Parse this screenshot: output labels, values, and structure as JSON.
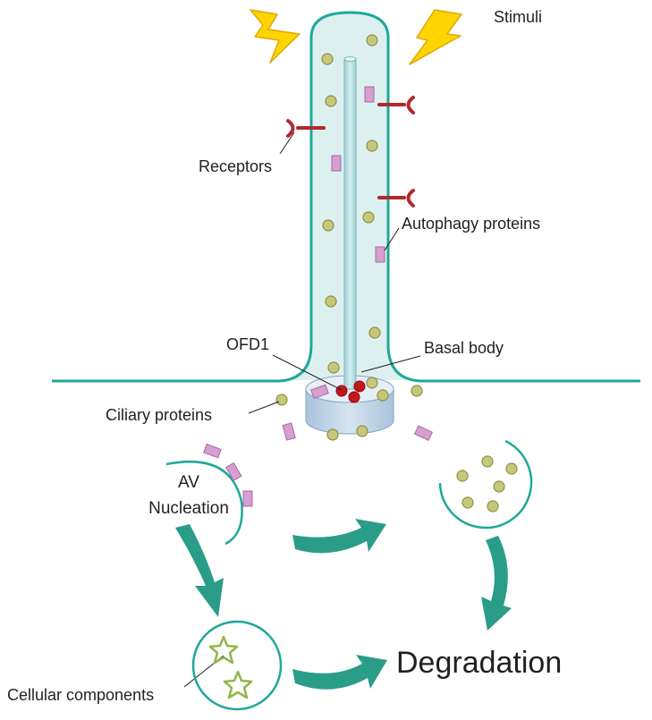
{
  "labels": {
    "stimuli": "Stimuli",
    "receptors": "Receptors",
    "autophagy_proteins": "Autophagy proteins",
    "ofd1": "OFD1",
    "basal_body": "Basal body",
    "ciliary_proteins": "Ciliary proteins",
    "av_line1": "AV",
    "av_line2": "Nucleation",
    "degradation": "Degradation",
    "cellular_components": "Cellular components"
  },
  "colors": {
    "membrane": "#1ea89a",
    "cilium_fill": "#dcf1ef",
    "axoneme": "#b7dde0",
    "vesicle_dot": "#c7c77a",
    "protein_pink": "#d79fcf",
    "receptor": "#b3282d",
    "ofd1": "#c4161c",
    "arrow": "#2a9d88",
    "lightning": "#ffd400",
    "star": "#8fb84a"
  },
  "icons": [
    "lightning-icon",
    "receptor-icon",
    "curved-arrow-icon",
    "star-icon"
  ]
}
